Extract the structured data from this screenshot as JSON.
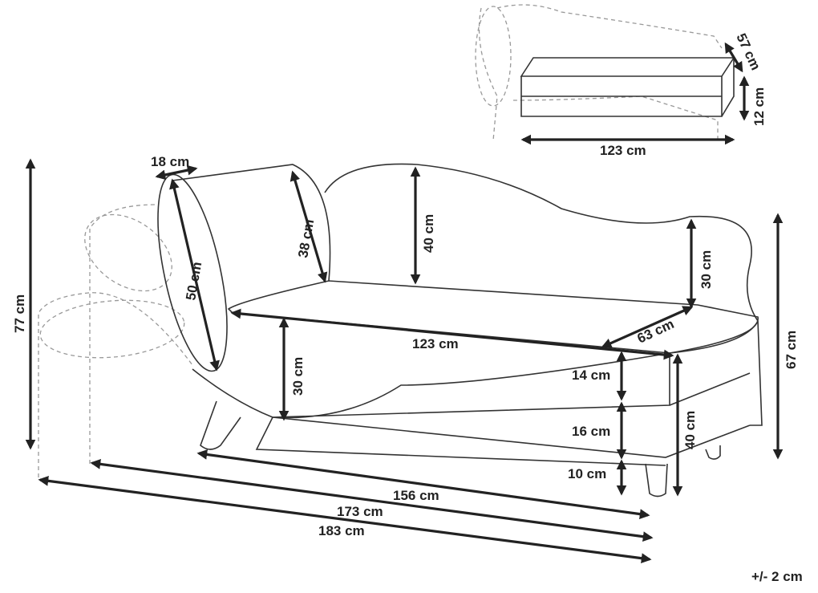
{
  "title": "Chaise lounge dimensions",
  "colors": {
    "line": "#222222",
    "ghost": "#999999"
  },
  "dimensions": {
    "pillow_depth": "18 cm",
    "pillow_width": "38 cm",
    "pillow_length": "50 cm",
    "back_height": "40 cm",
    "arm_height": "30 cm",
    "seat_depth": "63 cm",
    "seat_length": "123 cm",
    "front_height": "30 cm",
    "cushion_height": "14 cm",
    "base_height": "16 cm",
    "leg_height": "10 cm",
    "seat_height": "40 cm",
    "arm_total_height": "67 cm",
    "total_height": "77 cm",
    "length_base": "156 cm",
    "length_body": "173 cm",
    "length_total": "183 cm",
    "tolerance": "+/- 2 cm"
  },
  "storage_inset": {
    "depth": "57 cm",
    "height": "12 cm",
    "length": "123 cm"
  }
}
